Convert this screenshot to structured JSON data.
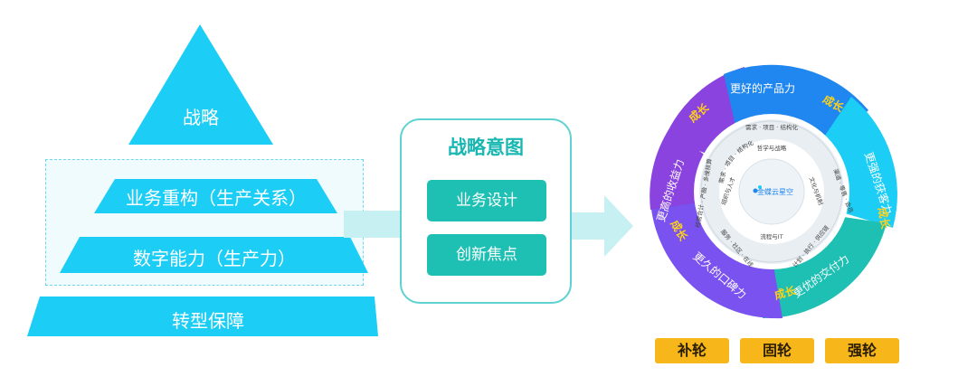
{
  "pyramid": {
    "top": "战略",
    "level2": "业务重构（生产关系）",
    "level3": "数字能力（生产力）",
    "base": "转型保障"
  },
  "middle": {
    "title": "战略意图",
    "buttons": [
      "业务设计",
      "创新焦点"
    ]
  },
  "wheel": {
    "outer_labels": {
      "top": "更好的产品力",
      "right": "更强的获客力",
      "bottom_right": "更优的交付力",
      "bottom_left": "更久的口碑力",
      "left": "更高的收益力"
    },
    "growth_label": "成长",
    "inner_labels": [
      "需求 · 项目 · 结构化",
      "渠道 · 零售 · 会员",
      "计划 · 执行 · 供应链",
      "服务 · 社区 · 在线",
      "经营合计 · 产融 · 多维核算"
    ],
    "core_labels": [
      "哲学与战略",
      "文化与机制",
      "流程与IT",
      "组织与人才"
    ],
    "logo_text": "金蝶云星空"
  },
  "bottom_buttons": [
    "补轮",
    "固轮",
    "强轮"
  ],
  "colors": {
    "cyan": "#1ccdf5",
    "teal": "#1ec0b3",
    "blue": "#2086f0",
    "purple": "#8a43de",
    "gold": "#f7b71a"
  }
}
